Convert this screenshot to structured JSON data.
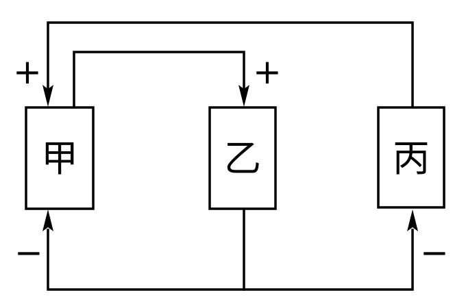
{
  "boxes": [
    {
      "label": "甲"
    },
    {
      "label": "乙"
    },
    {
      "label": "丙"
    }
  ],
  "terminals": {
    "jia_top_sign": "+",
    "yi_top_sign": "+",
    "jia_bottom_sign": "−",
    "bing_bottom_sign": "−"
  }
}
